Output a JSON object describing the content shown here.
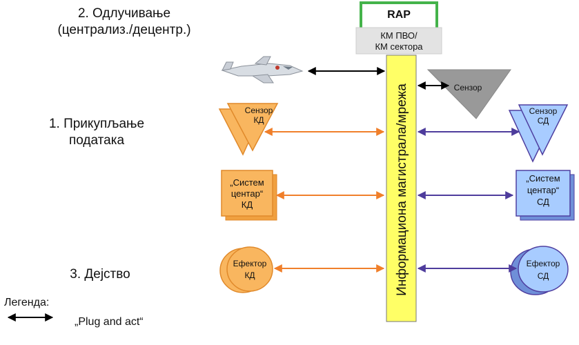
{
  "left_labels": {
    "decision_line1": "2. Одлучивање",
    "decision_line2": "(централиз./децентр.)",
    "collection_line1": "1. Прикупљање",
    "collection_line2": "података",
    "action": "3. Дејство"
  },
  "legend": {
    "title": "Легенда:",
    "arrow_label": "„Plug and act“"
  },
  "top": {
    "rap": "RAP",
    "command_line1": "КМ ПВО/",
    "command_line2": "КМ сектора"
  },
  "backbone": {
    "label": "Информациона магистрала/мрежа"
  },
  "right_sensor": {
    "label": "Сензор"
  },
  "left_nodes": {
    "sensor_line1": "Сензор",
    "sensor_line2": "КД",
    "center_line1": "„Систем",
    "center_line2": "центар“",
    "center_line3": "КД",
    "effector_line1": "Ефектор",
    "effector_line2": "КД"
  },
  "right_nodes": {
    "sensor_line1": "Сензор",
    "sensor_line2": "СД",
    "center_line1": "„Систем",
    "center_line2": "центар“",
    "center_line3": "СД",
    "effector_line1": "Ефектор",
    "effector_line2": "СД"
  },
  "colors": {
    "orange_fill": "#f9b65f",
    "orange_border": "#e0892a",
    "orange_arrow": "#f07f2a",
    "blue_fill": "#a8ccff",
    "blue_border": "#4f3fa0",
    "purple_arrow": "#4e3c9c",
    "backbone_fill": "#ffff66",
    "rap_border": "#44b34a",
    "sensor_gray": "#999999"
  }
}
